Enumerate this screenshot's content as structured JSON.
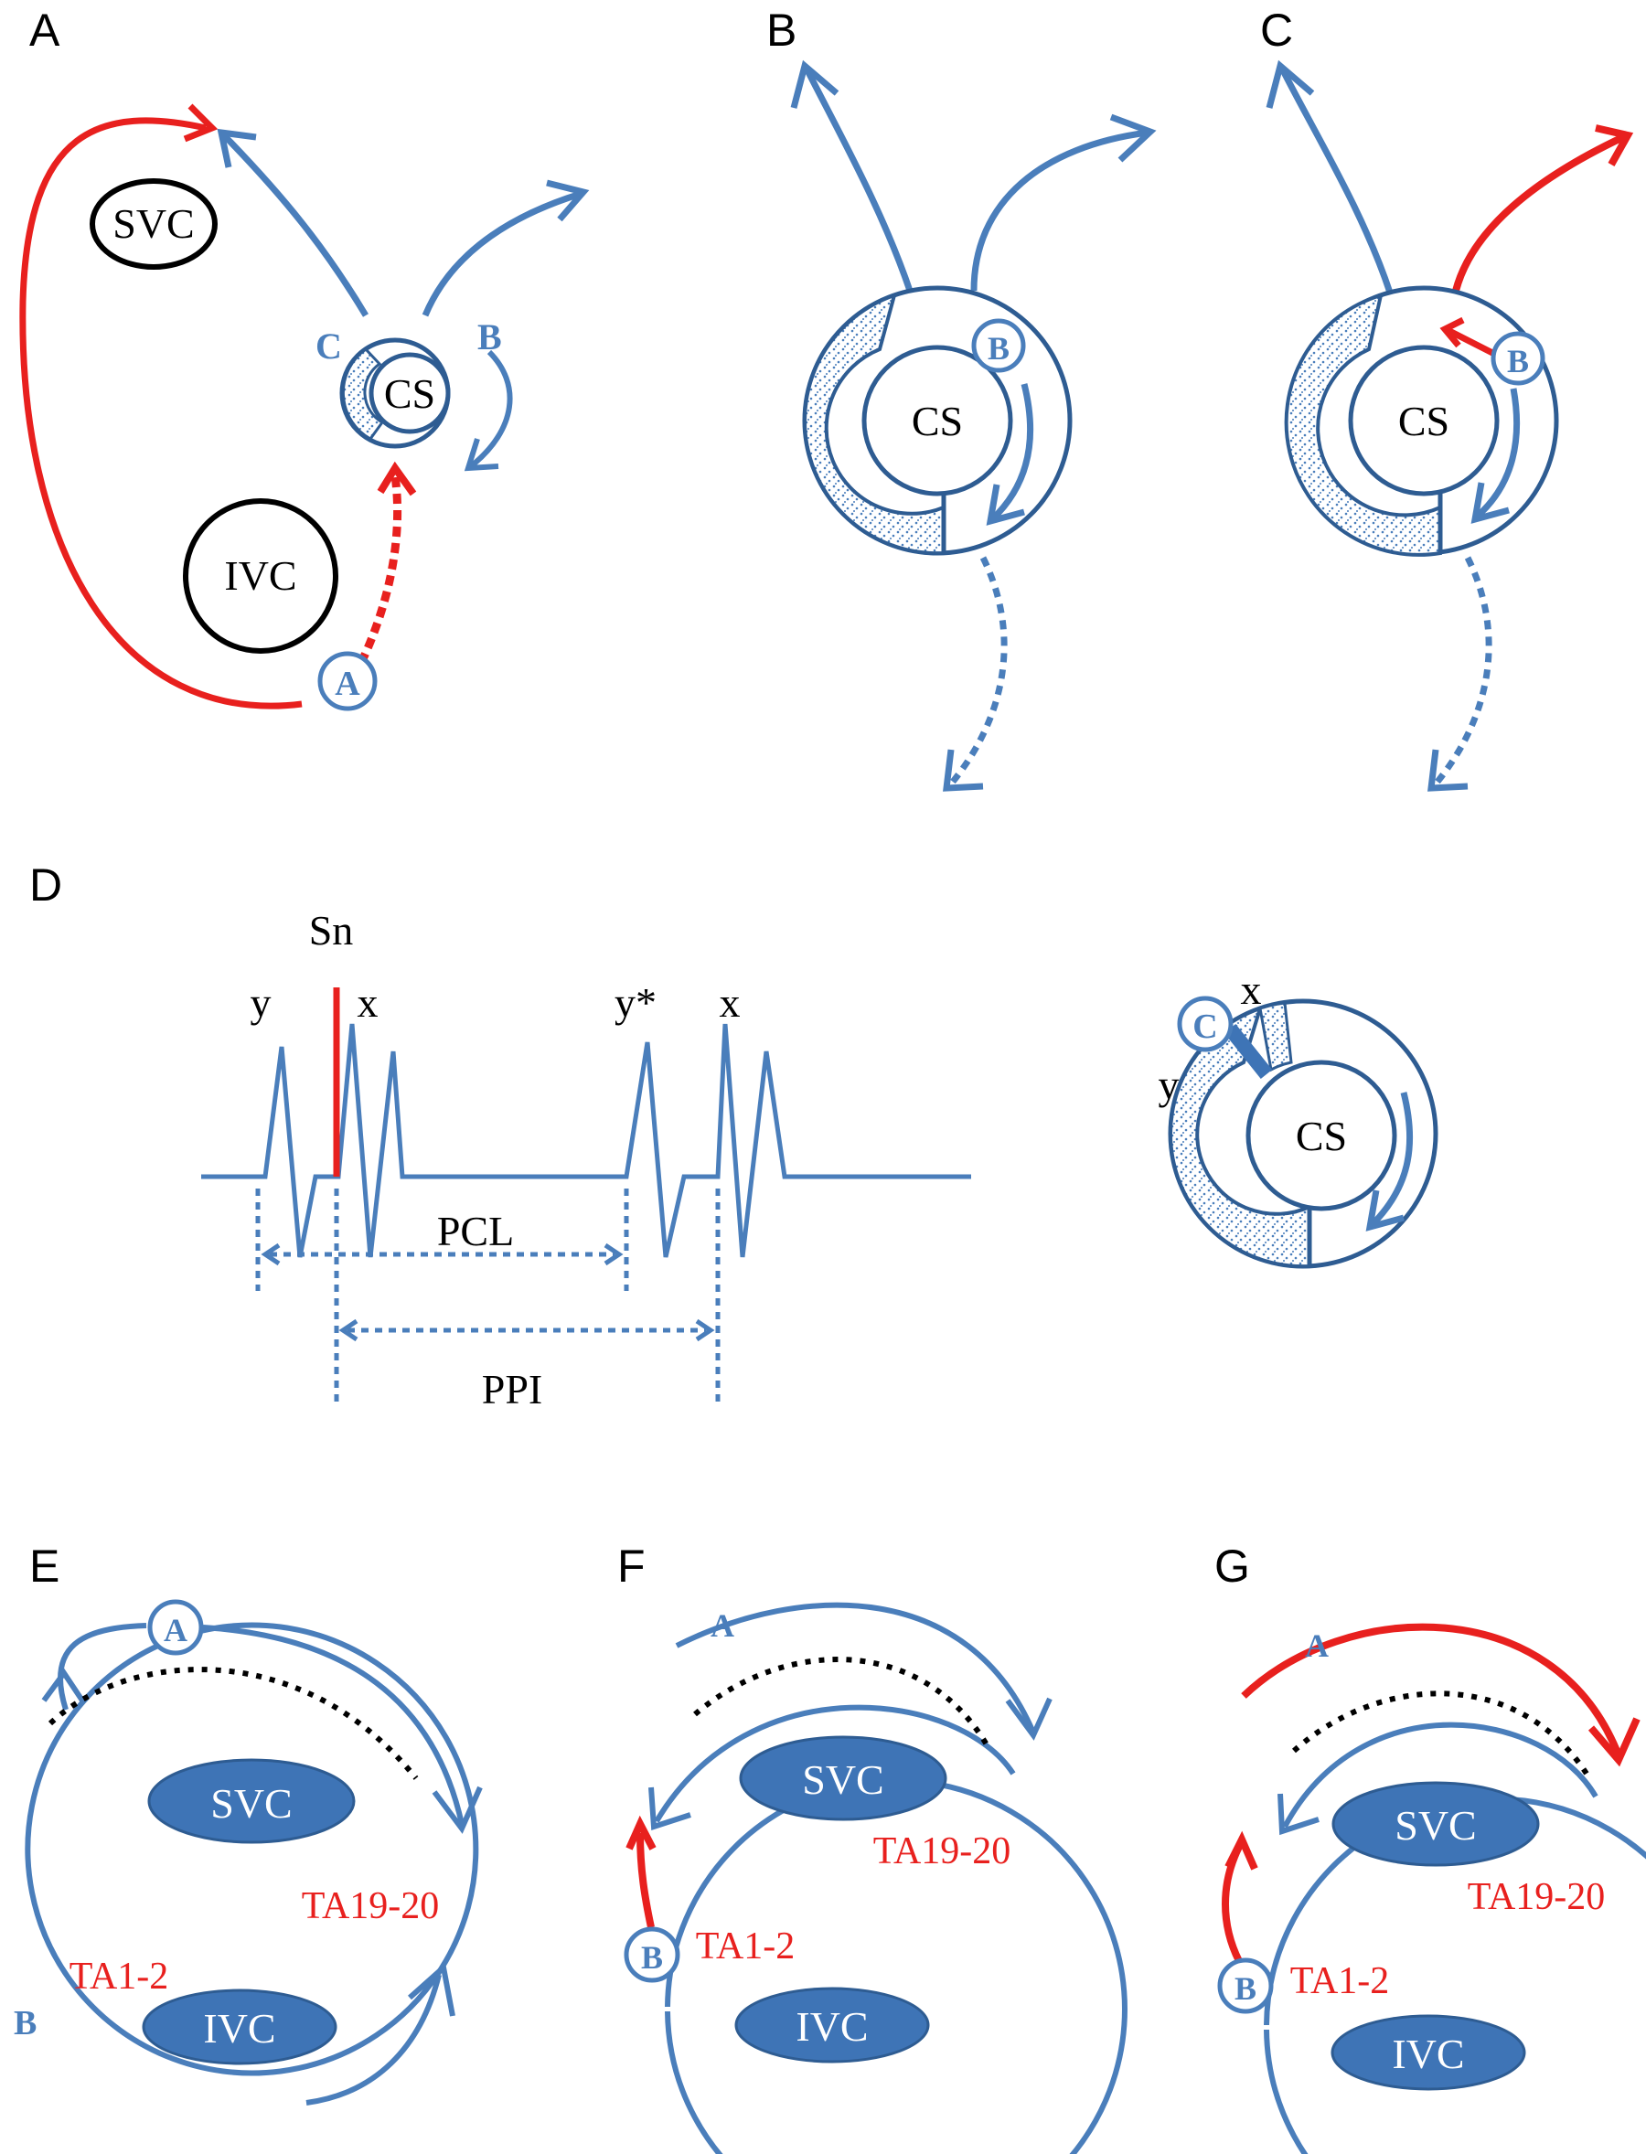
{
  "colors": {
    "blue": "#4a7ebb",
    "red": "#e8201e",
    "dark_blue": "#2e5c92",
    "fill_blue": "#3e74b6",
    "black": "#000000"
  },
  "panels": {
    "A": {
      "letter": "A",
      "svc": "SVC",
      "ivc": "IVC",
      "cs": "CS",
      "site_a": "A",
      "site_b": "B",
      "site_c": "C"
    },
    "B": {
      "letter": "B",
      "cs": "CS",
      "site": "B"
    },
    "C": {
      "letter": "C",
      "cs": "CS",
      "site": "B"
    },
    "D": {
      "letter": "D",
      "sn": "Sn",
      "y": "y",
      "x": "x",
      "y_star": "y*",
      "x2": "x",
      "pcl": "PCL",
      "ppi": "PPI",
      "cs": "CS",
      "site": "C",
      "ring_x": "x",
      "ring_y": "y"
    },
    "E": {
      "letter": "E",
      "svc": "SVC",
      "ivc": "IVC",
      "site_a": "A",
      "site_b": "B",
      "ta_top": "TA19-20",
      "ta_bottom": "TA1-2"
    },
    "F": {
      "letter": "F",
      "svc": "SVC",
      "ivc": "IVC",
      "site_a": "A",
      "site_b": "B",
      "ta_top": "TA19-20",
      "ta_bottom": "TA1-2"
    },
    "G": {
      "letter": "G",
      "svc": "SVC",
      "ivc": "IVC",
      "site_a": "A",
      "site_b": "B",
      "ta_top": "TA19-20",
      "ta_bottom": "TA1-2"
    }
  }
}
